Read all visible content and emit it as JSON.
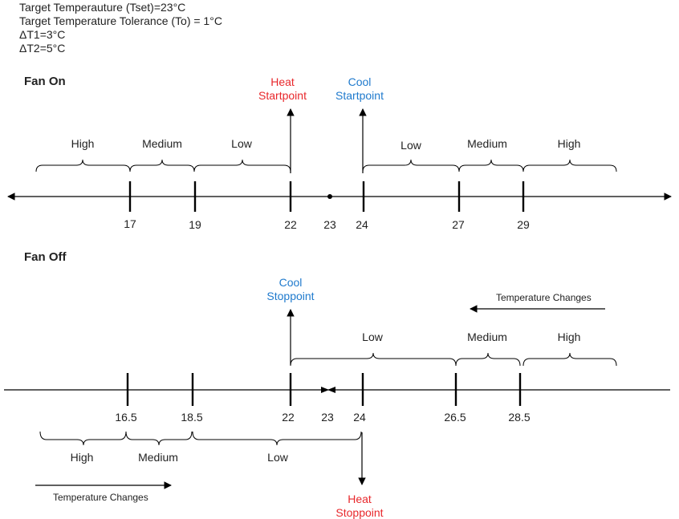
{
  "params": {
    "line1": "Target Temperauture (Tset)=23°C",
    "line2": "Target Temperature Tolerance (To) = 1°C",
    "line3": "ΔT1=3°C",
    "line4": "ΔT2=5°C"
  },
  "fan_on": {
    "title": "Fan On",
    "heat_start": [
      "Heat",
      "Startpoint"
    ],
    "cool_start": [
      "Cool",
      "Startpoint"
    ],
    "left_ranges": [
      "High",
      "Medium",
      "Low"
    ],
    "right_ranges": [
      "Low",
      "Medium",
      "High"
    ],
    "ticks": [
      "17",
      "19",
      "22",
      "23",
      "24",
      "27",
      "29"
    ]
  },
  "fan_off": {
    "title": "Fan Off",
    "cool_stop": [
      "Cool",
      "Stoppoint"
    ],
    "heat_stop": [
      "Heat",
      "Stoppoint"
    ],
    "upper_ranges": [
      "Low",
      "Medium",
      "High"
    ],
    "lower_ranges": [
      "High",
      "Medium",
      "Low"
    ],
    "ticks": [
      "16.5",
      "18.5",
      "22",
      "23",
      "24",
      "26.5",
      "28.5"
    ],
    "temp_change_top": "Temperature Changes",
    "temp_change_bottom": "Temperature Changes"
  },
  "colors": {
    "heat": "#e8272b",
    "cool": "#1f7acd"
  }
}
